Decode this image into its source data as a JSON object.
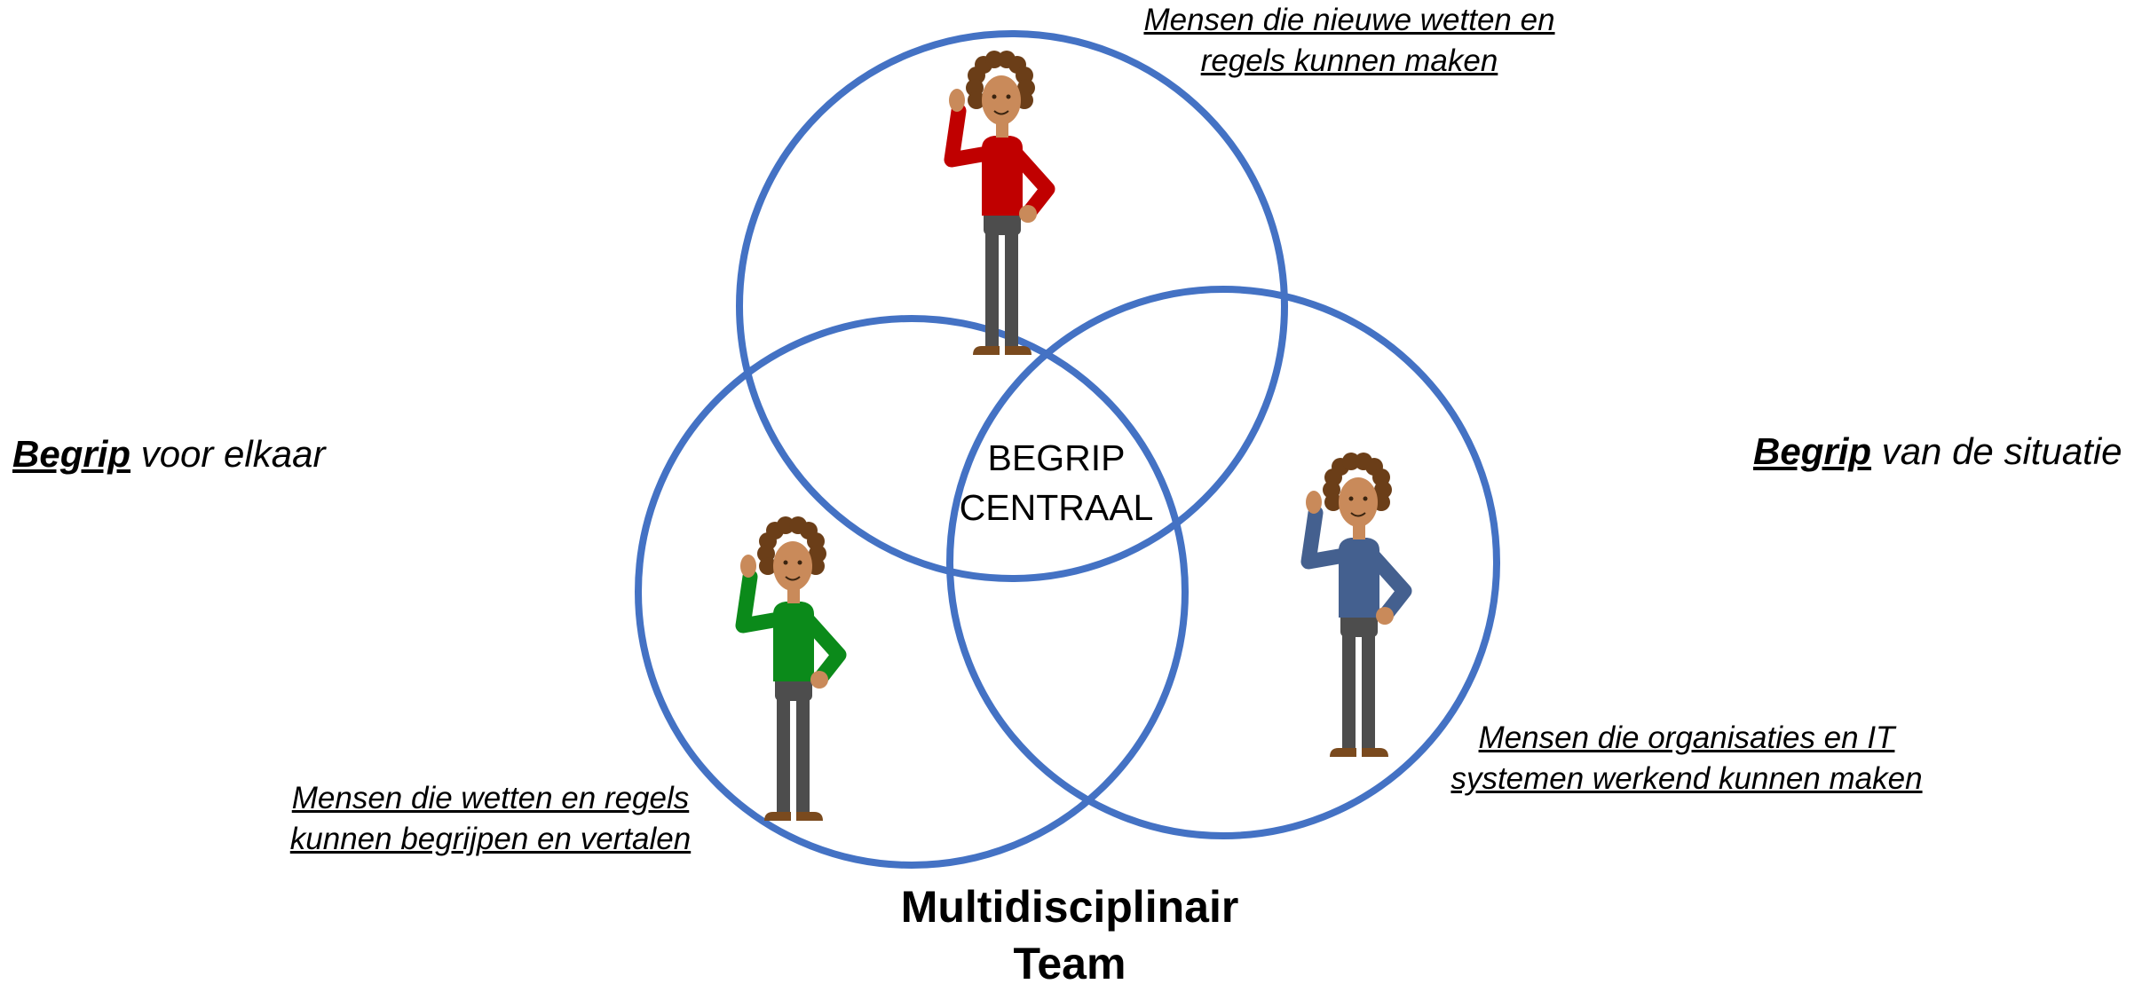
{
  "diagram": {
    "center_label": [
      "BEGRIP",
      "CENTRAAL"
    ],
    "title": [
      "Multidisciplinair",
      "Team"
    ],
    "left_side": {
      "emphasis": "Begrip",
      "rest": "voor elkaar"
    },
    "right_side": {
      "emphasis": "Begrip",
      "rest": "van de situatie"
    },
    "groups": [
      {
        "id": "top",
        "shirt_color": "#c00000",
        "caption": [
          "Mensen die nieuwe wetten en",
          "regels kunnen maken"
        ]
      },
      {
        "id": "left",
        "shirt_color": "#0b8a1a",
        "caption": [
          "Mensen die wetten en regels",
          "kunnen begrijpen en vertalen"
        ]
      },
      {
        "id": "right",
        "shirt_color": "#44608f",
        "caption": [
          "Mensen die organisaties en IT",
          "systemen werkend kunnen maken"
        ]
      }
    ],
    "colors": {
      "circle": "#4472c4",
      "skin": "#c98a5a",
      "hair": "#6b3e18",
      "pants": "#4d4d4d",
      "shoes": "#7a4a1e"
    }
  }
}
